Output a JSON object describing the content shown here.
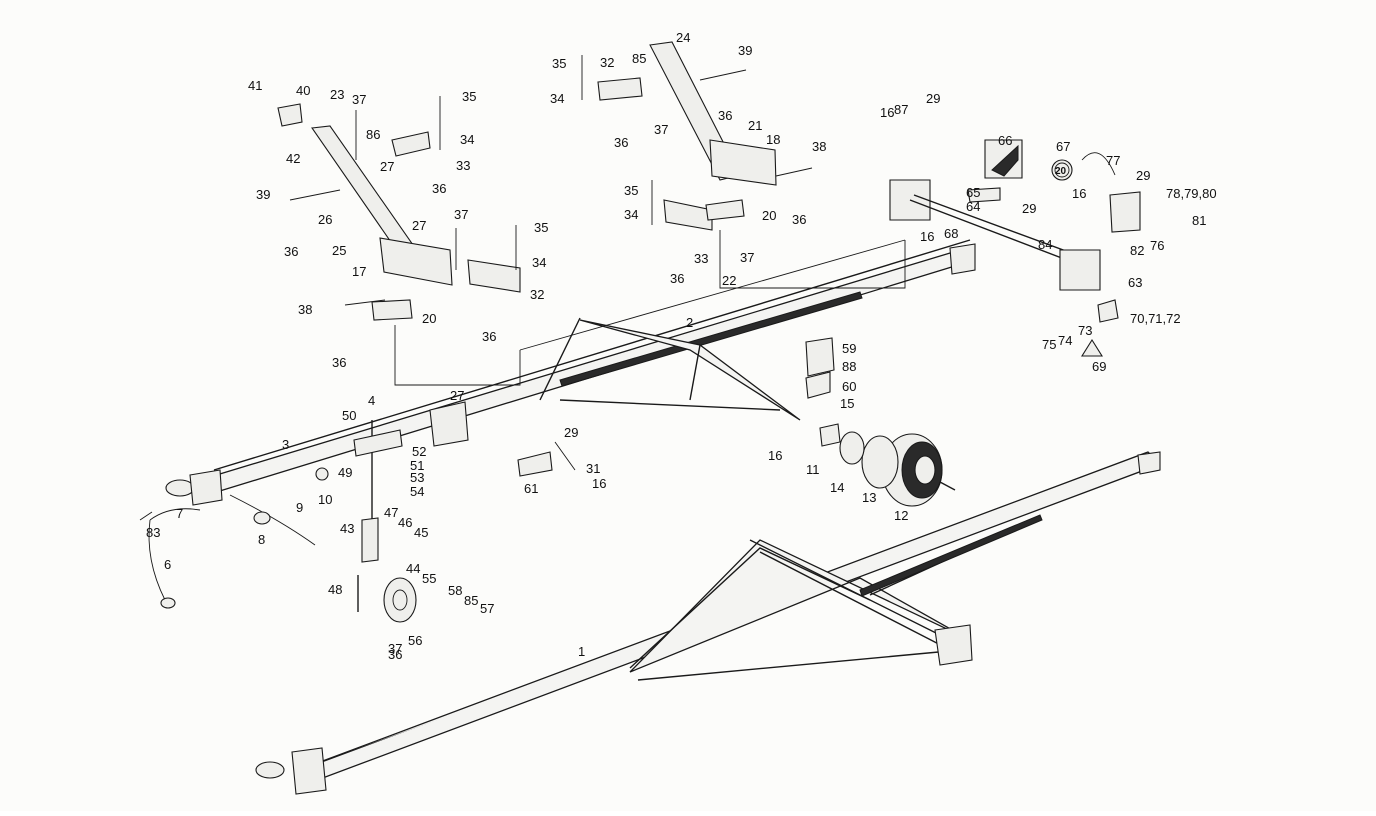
{
  "diagram": {
    "labels": [
      {
        "id": "1",
        "text": "1"
      },
      {
        "id": "2",
        "text": "2"
      },
      {
        "id": "3",
        "text": "3"
      },
      {
        "id": "4",
        "text": "4"
      },
      {
        "id": "6",
        "text": "6"
      },
      {
        "id": "7",
        "text": "7"
      },
      {
        "id": "8",
        "text": "8"
      },
      {
        "id": "9",
        "text": "9"
      },
      {
        "id": "10",
        "text": "10"
      },
      {
        "id": "11",
        "text": "11"
      },
      {
        "id": "12",
        "text": "12"
      },
      {
        "id": "13",
        "text": "13"
      },
      {
        "id": "14",
        "text": "14"
      },
      {
        "id": "15",
        "text": "15"
      },
      {
        "id": "16a",
        "text": "16"
      },
      {
        "id": "16b",
        "text": "16"
      },
      {
        "id": "16c",
        "text": "16"
      },
      {
        "id": "16d",
        "text": "16"
      },
      {
        "id": "16e",
        "text": "16"
      },
      {
        "id": "17",
        "text": "17"
      },
      {
        "id": "18",
        "text": "18"
      },
      {
        "id": "20a",
        "text": "20"
      },
      {
        "id": "20b",
        "text": "20"
      },
      {
        "id": "21",
        "text": "21"
      },
      {
        "id": "22",
        "text": "22"
      },
      {
        "id": "23",
        "text": "23"
      },
      {
        "id": "24",
        "text": "24"
      },
      {
        "id": "25",
        "text": "25"
      },
      {
        "id": "26",
        "text": "26"
      },
      {
        "id": "27a",
        "text": "27"
      },
      {
        "id": "27b",
        "text": "27"
      },
      {
        "id": "27c",
        "text": "27"
      },
      {
        "id": "29a",
        "text": "29"
      },
      {
        "id": "29b",
        "text": "29"
      },
      {
        "id": "29c",
        "text": "29"
      },
      {
        "id": "29d",
        "text": "29"
      },
      {
        "id": "31",
        "text": "31"
      },
      {
        "id": "32a",
        "text": "32"
      },
      {
        "id": "32b",
        "text": "32"
      },
      {
        "id": "33a",
        "text": "33"
      },
      {
        "id": "33b",
        "text": "33"
      },
      {
        "id": "34a",
        "text": "34"
      },
      {
        "id": "34b",
        "text": "34"
      },
      {
        "id": "34c",
        "text": "34"
      },
      {
        "id": "34d",
        "text": "34"
      },
      {
        "id": "35a",
        "text": "35"
      },
      {
        "id": "35b",
        "text": "35"
      },
      {
        "id": "35c",
        "text": "35"
      },
      {
        "id": "35d",
        "text": "35"
      },
      {
        "id": "36a",
        "text": "36"
      },
      {
        "id": "36b",
        "text": "36"
      },
      {
        "id": "36c",
        "text": "36"
      },
      {
        "id": "36d",
        "text": "36"
      },
      {
        "id": "36e",
        "text": "36"
      },
      {
        "id": "36f",
        "text": "36"
      },
      {
        "id": "36g",
        "text": "36"
      },
      {
        "id": "36h",
        "text": "36"
      },
      {
        "id": "36i",
        "text": "36"
      },
      {
        "id": "37a",
        "text": "37"
      },
      {
        "id": "37b",
        "text": "37"
      },
      {
        "id": "37c",
        "text": "37"
      },
      {
        "id": "37d",
        "text": "37"
      },
      {
        "id": "37e",
        "text": "37"
      },
      {
        "id": "38a",
        "text": "38"
      },
      {
        "id": "38b",
        "text": "38"
      },
      {
        "id": "39a",
        "text": "39"
      },
      {
        "id": "39b",
        "text": "39"
      },
      {
        "id": "40",
        "text": "40"
      },
      {
        "id": "41",
        "text": "41"
      },
      {
        "id": "42",
        "text": "42"
      },
      {
        "id": "43",
        "text": "43"
      },
      {
        "id": "44",
        "text": "44"
      },
      {
        "id": "45",
        "text": "45"
      },
      {
        "id": "46",
        "text": "46"
      },
      {
        "id": "47",
        "text": "47"
      },
      {
        "id": "48",
        "text": "48"
      },
      {
        "id": "49",
        "text": "49"
      },
      {
        "id": "50",
        "text": "50"
      },
      {
        "id": "51",
        "text": "51"
      },
      {
        "id": "52",
        "text": "52"
      },
      {
        "id": "53",
        "text": "53"
      },
      {
        "id": "54",
        "text": "54"
      },
      {
        "id": "55",
        "text": "55"
      },
      {
        "id": "56",
        "text": "56"
      },
      {
        "id": "57",
        "text": "57"
      },
      {
        "id": "58",
        "text": "58"
      },
      {
        "id": "59",
        "text": "59"
      },
      {
        "id": "60",
        "text": "60"
      },
      {
        "id": "61",
        "text": "61"
      },
      {
        "id": "63",
        "text": "63"
      },
      {
        "id": "64",
        "text": "64"
      },
      {
        "id": "65",
        "text": "65"
      },
      {
        "id": "66",
        "text": "66"
      },
      {
        "id": "67",
        "text": "67"
      },
      {
        "id": "68",
        "text": "68"
      },
      {
        "id": "69",
        "text": "69"
      },
      {
        "id": "70",
        "text": "70,71,72"
      },
      {
        "id": "73",
        "text": "73"
      },
      {
        "id": "74",
        "text": "74"
      },
      {
        "id": "75",
        "text": "75"
      },
      {
        "id": "76",
        "text": "76"
      },
      {
        "id": "77",
        "text": "77"
      },
      {
        "id": "78",
        "text": "78,79,80"
      },
      {
        "id": "81",
        "text": "81"
      },
      {
        "id": "82",
        "text": "82"
      },
      {
        "id": "83",
        "text": "83"
      },
      {
        "id": "84",
        "text": "84"
      },
      {
        "id": "85a",
        "text": "85"
      },
      {
        "id": "85b",
        "text": "85"
      },
      {
        "id": "86",
        "text": "86"
      },
      {
        "id": "87",
        "text": "87"
      },
      {
        "id": "88",
        "text": "88"
      }
    ],
    "speed_sign_text": "20"
  }
}
